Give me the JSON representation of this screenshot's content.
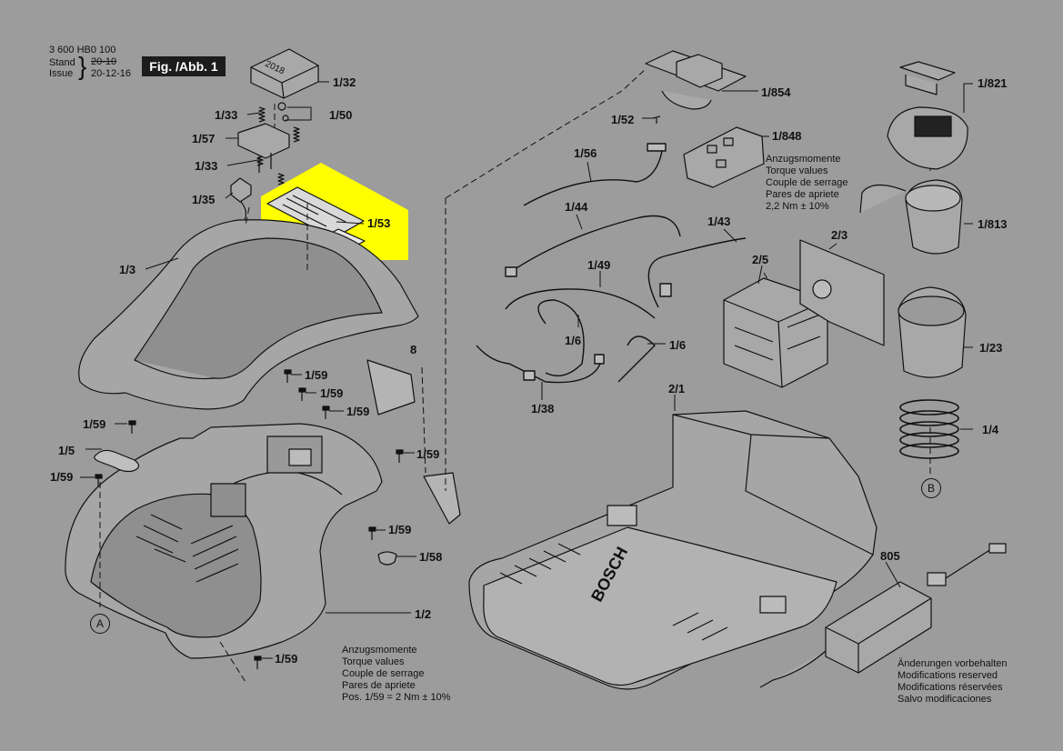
{
  "header": {
    "part_number": "3 600 HB0 100",
    "stand_label": "Stand",
    "issue_label": "Issue",
    "stand_date_old": "20-10",
    "issue_date": "20-12-16",
    "figure_label": "Fig. /Abb. 1"
  },
  "labels": {
    "p1_32": "1/32",
    "p1_33a": "1/33",
    "p1_50": "1/50",
    "p1_57": "1/57",
    "p1_33b": "1/33",
    "p1_35": "1/35",
    "p1_53": "1/53",
    "p1_3": "1/3",
    "p8": "8",
    "p1_59a": "1/59",
    "p1_59b": "1/59",
    "p1_59c": "1/59",
    "p1_59d": "1/59",
    "p1_5": "1/5",
    "p1_59e": "1/59",
    "p1_59f": "1/59",
    "p1_59g": "1/59",
    "p1_58": "1/58",
    "p1_2": "1/2",
    "p1_59h": "1/59",
    "pA": "A",
    "p1_854": "1/854",
    "p1_52": "1/52",
    "p1_848": "1/848",
    "p1_56": "1/56",
    "p1_44": "1/44",
    "p1_43": "1/43",
    "p2_3": "2/3",
    "p2_5": "2/5",
    "p1_49": "1/49",
    "p1_6a": "1/6",
    "p1_6b": "1/6",
    "p1_38": "1/38",
    "p2_1": "2/1",
    "p1_821": "1/821",
    "p1_813": "1/813",
    "p1_23": "1/23",
    "p1_4": "1/4",
    "pB": "B",
    "p805": "805",
    "bosch": "BOSCH",
    "foil_code": "2018"
  },
  "torque_upper": [
    "Anzugsmomente",
    "Torque values",
    "Couple de serrage",
    "Pares de apriete",
    "2,2 Nm ± 10%"
  ],
  "torque_lower": [
    "Anzugsmomente",
    "Torque values",
    "Couple de serrage",
    "Pares de apriete",
    "Pos.    1/59 = 2 Nm  ± 10%"
  ],
  "modifications": [
    "Änderungen vorbehalten",
    "Modifications reserved",
    "Modifications réservées",
    "Salvo modificaciones"
  ],
  "colors": {
    "background": "#9c9c9c",
    "highlight": "#ffff00",
    "ink": "#111111",
    "part_fill": "#a6a6a6"
  }
}
